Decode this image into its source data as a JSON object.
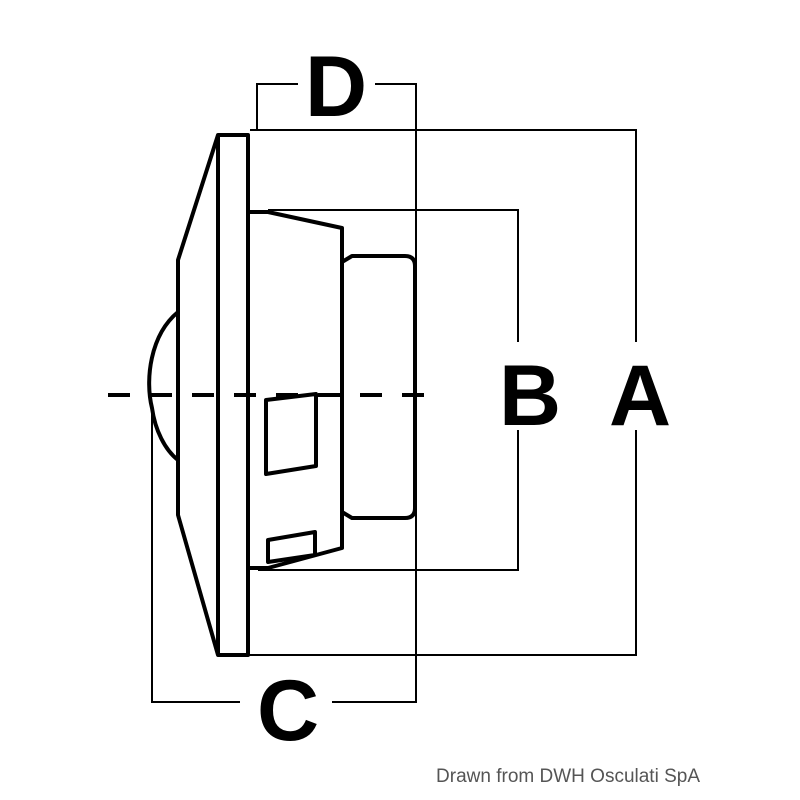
{
  "diagram": {
    "labels": {
      "a": "A",
      "b": "B",
      "c": "C",
      "d": "D"
    },
    "credit": "Drawn from DWH Osculati SpA",
    "colors": {
      "line": "#000000",
      "background": "#ffffff",
      "credit_text": "#555555"
    }
  }
}
